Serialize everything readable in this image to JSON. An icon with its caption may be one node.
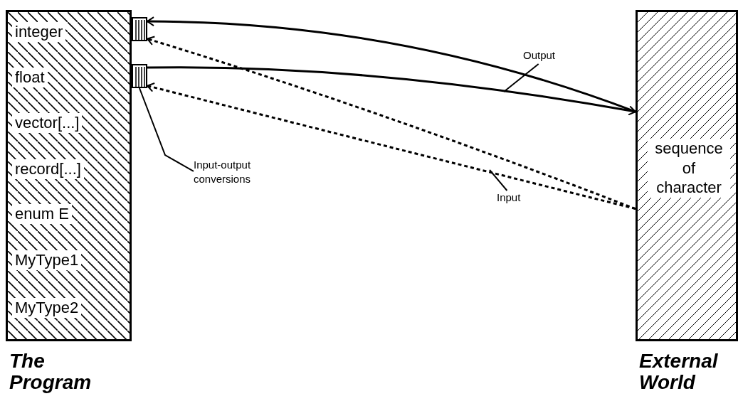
{
  "diagram": {
    "nodes": [
      {
        "text": [
          "The Program"
        ]
      },
      {
        "text": [
          "integer"
        ],
        "in": 0
      },
      {
        "text": [
          "float"
        ],
        "in": 0
      },
      {
        "text": [
          "vector[...]"
        ],
        "in": 0
      },
      {
        "text": [
          "record[...]"
        ],
        "in": 0
      },
      {
        "text": [
          "enum E"
        ],
        "in": 0
      },
      {
        "text": [
          "MyType1"
        ],
        "in": 0
      },
      {
        "text": [
          "MyType2"
        ],
        "in": 0
      },
      {
        "text": [
          "External World"
        ]
      },
      {
        "text": [
          "sequence of character"
        ],
        "in": 8
      },
      {
        "text": [],
        "shape": "box"
      },
      {
        "text": [],
        "shape": "box"
      },
      {
        "text": [
          "Output"
        ]
      },
      {
        "text": [
          "Input"
        ]
      },
      {
        "text": [
          "Input-output conversions"
        ]
      }
    ],
    "edges": [
      {
        "from": 8,
        "to": 10,
        "arrow": "to"
      },
      {
        "from": 11,
        "to": 8,
        "arrow": "to"
      },
      {
        "from": 8,
        "to": 10,
        "arrow": "to",
        "style": "dashed"
      },
      {
        "from": 8,
        "to": 11,
        "arrow": "to",
        "style": "dashed"
      },
      {
        "from": 12,
        "to": null,
        "arrow": "none"
      },
      {
        "from": 13,
        "to": null,
        "arrow": "none"
      },
      {
        "from": 14,
        "to": 11,
        "arrow": "none"
      }
    ]
  }
}
